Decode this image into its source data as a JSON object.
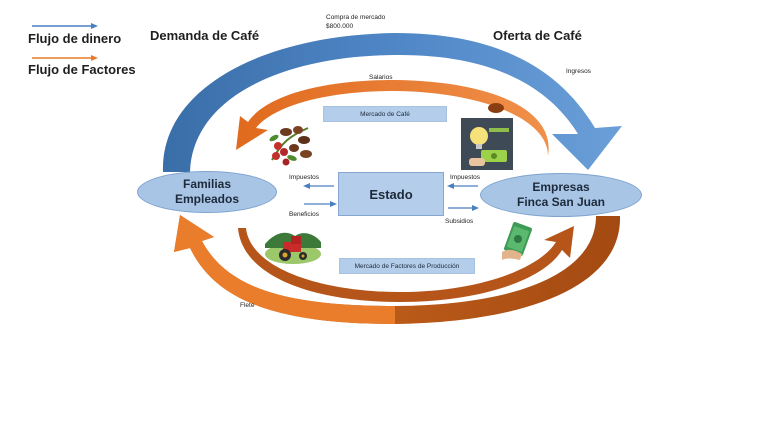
{
  "legend": {
    "money_label": "Flujo de dinero",
    "factors_label": "Flujo de Factores",
    "money_color": "#4a7fc1",
    "factors_color": "#e87a2a"
  },
  "headings": {
    "demand": "Demanda de  Café",
    "supply": "Oferta de Café"
  },
  "top_flow": {
    "line1": "Compra de mercado",
    "line2": "$800.000"
  },
  "labels": {
    "ingresos": "Ingresos",
    "salarios": "Salarios",
    "flete": "Flete",
    "impuestos_left": "Impuestos",
    "impuestos_right": "Impuestos",
    "beneficios": "Beneficios",
    "subsidios": "Subsidios"
  },
  "nodes": {
    "familias": {
      "line1": "Familias",
      "line2": "Empleados"
    },
    "empresas": {
      "line1": "Empresas",
      "line2": "Finca San Juan"
    },
    "estado": "Estado"
  },
  "markets": {
    "cafe": "Mercado de Café",
    "factores": "Mercado de Factores de Producción"
  },
  "icons": [
    "coffee-beans-icon",
    "idea-money-icon",
    "tractor-icon",
    "cash-hand-icon"
  ],
  "colors": {
    "blue_arrow": "#4a7fc1",
    "orange_arrow": "#e87a2a",
    "node_fill": "#a8c5e6"
  }
}
